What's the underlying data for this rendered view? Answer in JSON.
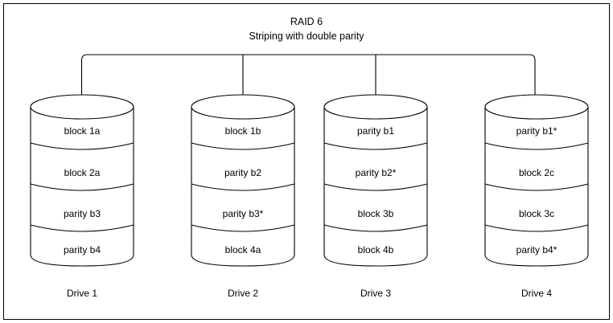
{
  "title": {
    "line1": "RAID 6",
    "line2": "Striping with double parity"
  },
  "colors": {
    "stroke": "#000000",
    "background": "#ffffff",
    "border": "#000000"
  },
  "drives": [
    {
      "label": "Drive 1",
      "blocks": [
        {
          "text": "block 1a"
        },
        {
          "text": "block 2a"
        },
        {
          "text": "parity b3"
        },
        {
          "text": "parity b4"
        }
      ]
    },
    {
      "label": "Drive 2",
      "blocks": [
        {
          "text": "block 1b"
        },
        {
          "text": "parity b2"
        },
        {
          "text": "parity b3*"
        },
        {
          "text": "block 4a"
        }
      ]
    },
    {
      "label": "Drive 3",
      "blocks": [
        {
          "text": "parity b1"
        },
        {
          "text": "parity b2*"
        },
        {
          "text": "block 3b"
        },
        {
          "text": "block 4b"
        }
      ]
    },
    {
      "label": "Drive 4",
      "blocks": [
        {
          "text": "parity b1*"
        },
        {
          "text": "block 2c"
        },
        {
          "text": "block 3c"
        },
        {
          "text": "parity b4*"
        }
      ]
    }
  ]
}
